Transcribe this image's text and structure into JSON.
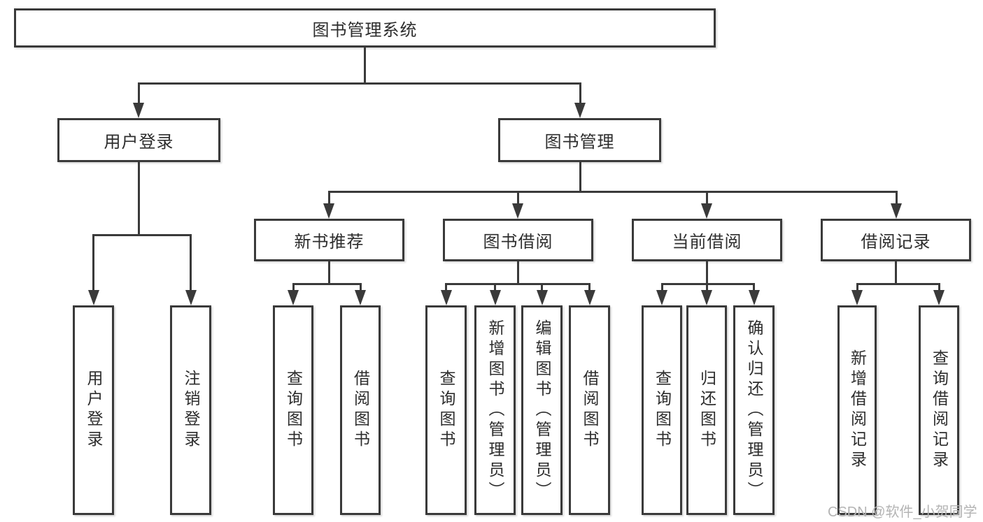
{
  "diagram": {
    "root": {
      "label": "图书管理系统"
    },
    "level2": [
      {
        "label": "用户登录"
      },
      {
        "label": "图书管理"
      }
    ],
    "level3": [
      {
        "label": "新书推荐"
      },
      {
        "label": "图书借阅"
      },
      {
        "label": "当前借阅"
      },
      {
        "label": "借阅记录"
      }
    ],
    "leaves": [
      {
        "parent": "用户登录",
        "label": "用户登录"
      },
      {
        "parent": "用户登录",
        "label": "注销登录"
      },
      {
        "parent": "新书推荐",
        "label": "查询图书"
      },
      {
        "parent": "新书推荐",
        "label": "借阅图书"
      },
      {
        "parent": "图书借阅",
        "label": "查询图书"
      },
      {
        "parent": "图书借阅",
        "label": "新增图书（管理员）"
      },
      {
        "parent": "图书借阅",
        "label": "编辑图书（管理员）"
      },
      {
        "parent": "图书借阅",
        "label": "借阅图书"
      },
      {
        "parent": "当前借阅",
        "label": "查询图书"
      },
      {
        "parent": "当前借阅",
        "label": "归还图书"
      },
      {
        "parent": "当前借阅",
        "label": "确认归还（管理员）"
      },
      {
        "parent": "借阅记录",
        "label": "新增借阅记录"
      },
      {
        "parent": "借阅记录",
        "label": "查询借阅记录"
      }
    ]
  },
  "watermark": {
    "text": "CSDN @软件_小贺同学"
  },
  "colors": {
    "line": "#3a3a3a",
    "text": "#2d2d2d",
    "watermark": "#b4b4b4",
    "background": "#ffffff"
  }
}
